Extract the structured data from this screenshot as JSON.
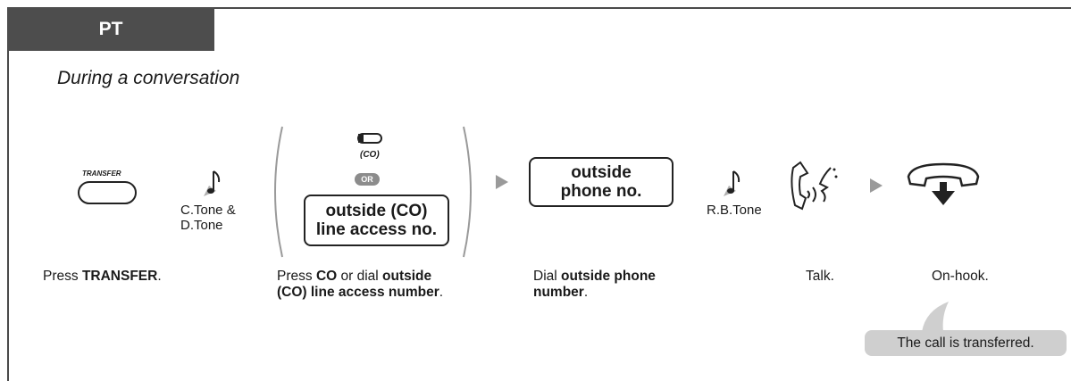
{
  "header": {
    "tab": "PT"
  },
  "subtitle": "During a conversation",
  "steps": {
    "transfer": {
      "button_label": "TRANSFER",
      "tone_line1": "C.Tone &",
      "tone_line2": "D.Tone",
      "desc_pre": "Press ",
      "desc_bold": "TRANSFER",
      "desc_post": "."
    },
    "co": {
      "co_label": "(CO)",
      "or_label": "OR",
      "box_line1": "outside (CO)",
      "box_line2": "line access no.",
      "desc_pre": "Press ",
      "desc_bold1": "CO",
      "desc_mid": " or dial ",
      "desc_bold2": "outside",
      "desc_bold3": "(CO) line access number",
      "desc_post": "."
    },
    "dial": {
      "box_line1": "outside",
      "box_line2": "phone no.",
      "tone": "R.B.Tone",
      "desc_pre": "Dial ",
      "desc_bold1": "outside phone",
      "desc_bold2": "number",
      "desc_post": "."
    },
    "talk": {
      "desc": "Talk."
    },
    "onhook": {
      "desc": "On-hook."
    }
  },
  "callout": "The call is transferred."
}
